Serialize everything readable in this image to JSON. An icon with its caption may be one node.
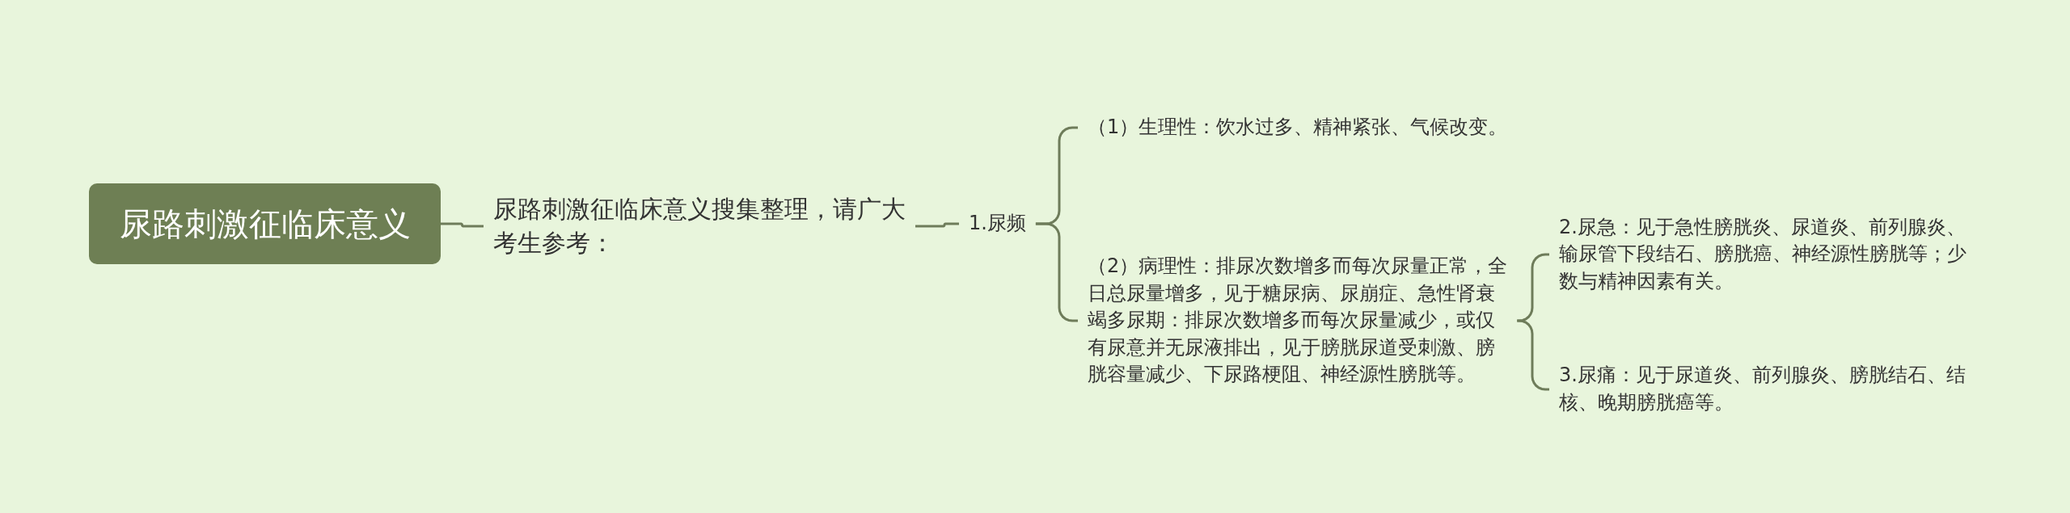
{
  "diagram": {
    "nodes": [
      {
        "text": [
          "尿路刺激征临床意义"
        ]
      },
      {
        "text": [
          "尿路刺激征临床意义搜集整理，请广大考生参考："
        ]
      },
      {
        "text": [
          "1.尿频"
        ]
      },
      {
        "text": [
          "（1）生理性：饮水过多、精神紧张、气候改变。"
        ]
      },
      {
        "text": [
          "（2）病理性：排尿次数增多而每次尿量正常，全日总尿量增多，见于糖尿病、尿崩症、急性肾衰竭多尿期：排尿次数增多而每次尿量减少，或仅有尿意并无尿液排出，见于膀胱尿道受刺激、膀胱容量减少、下尿路梗阻、神经源性膀胱等。"
        ]
      },
      {
        "text": [
          "2.尿急：见于急性膀胱炎、尿道炎、前列腺炎、输尿管下段结石、膀胱癌、神经源性膀胱等；少数与精神因素有关。"
        ]
      },
      {
        "text": [
          "3.尿痛：见于尿道炎、前列腺炎、膀胱结石、结核、晚期膀胱癌等。"
        ]
      }
    ],
    "edges": [
      {
        "from": 0,
        "to": 1,
        "arrow": "none"
      },
      {
        "from": 1,
        "to": 2,
        "arrow": "none"
      },
      {
        "from": 2,
        "to": 3,
        "arrow": "none"
      },
      {
        "from": 2,
        "to": 4,
        "arrow": "none"
      },
      {
        "from": 4,
        "to": 5,
        "arrow": "none"
      },
      {
        "from": 4,
        "to": 6,
        "arrow": "none"
      }
    ]
  }
}
